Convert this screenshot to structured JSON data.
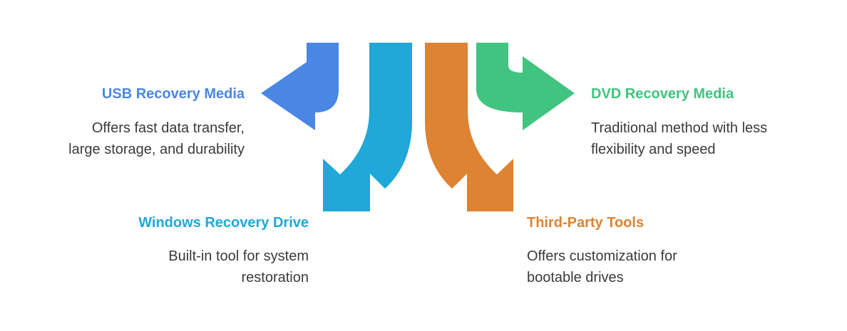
{
  "colors": {
    "usb": "#4a86e3",
    "windows": "#1fa8d8",
    "thirdparty": "#dd8331",
    "dvd": "#40c47f"
  },
  "items": {
    "usb": {
      "title": "USB Recovery Media",
      "desc_lines": [
        "Offers fast data transfer,",
        "large storage, and durability"
      ]
    },
    "dvd": {
      "title": "DVD Recovery Media",
      "desc_lines": [
        "Traditional method with less",
        "flexibility and speed"
      ]
    },
    "windows": {
      "title": "Windows Recovery Drive",
      "desc_lines": [
        "Built-in tool for system",
        "restoration"
      ]
    },
    "thirdparty": {
      "title": "Third-Party Tools",
      "desc_lines": [
        "Offers customization for",
        "bootable drives"
      ]
    }
  }
}
